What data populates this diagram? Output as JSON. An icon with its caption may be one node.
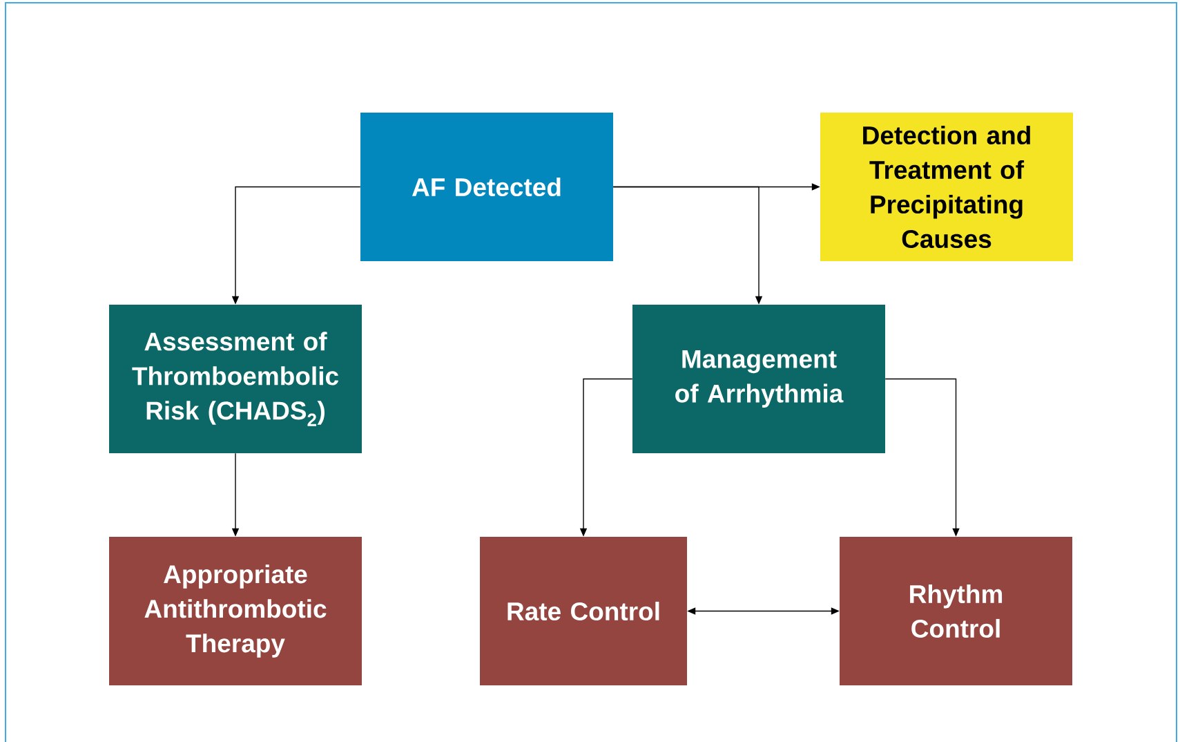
{
  "diagram": {
    "nodes": [
      {
        "text": [
          "AF Detected"
        ]
      },
      {
        "text": [
          "Detection and Treatment of Precipitating Causes"
        ]
      },
      {
        "text": [
          "Assessment of Thromboembolic Risk (CHADS$_{2}$)"
        ]
      },
      {
        "text": [
          "Management of Arrhythmia"
        ]
      },
      {
        "text": [
          "Appropriate Antithrombotic Therapy"
        ]
      },
      {
        "text": [
          "Rate Control"
        ]
      },
      {
        "text": [
          "Rhythm Control"
        ]
      }
    ],
    "edges": [
      {
        "from": 0,
        "to": 2,
        "arrow": "to"
      },
      {
        "from": 0,
        "to": 1,
        "arrow": "to"
      },
      {
        "from": 0,
        "to": 3,
        "arrow": "to"
      },
      {
        "from": 2,
        "to": 4,
        "arrow": "to"
      },
      {
        "from": 3,
        "to": 5,
        "arrow": "to"
      },
      {
        "from": 3,
        "to": 6,
        "arrow": "to"
      },
      {
        "from": 5,
        "to": 6,
        "arrow": "both"
      }
    ]
  }
}
